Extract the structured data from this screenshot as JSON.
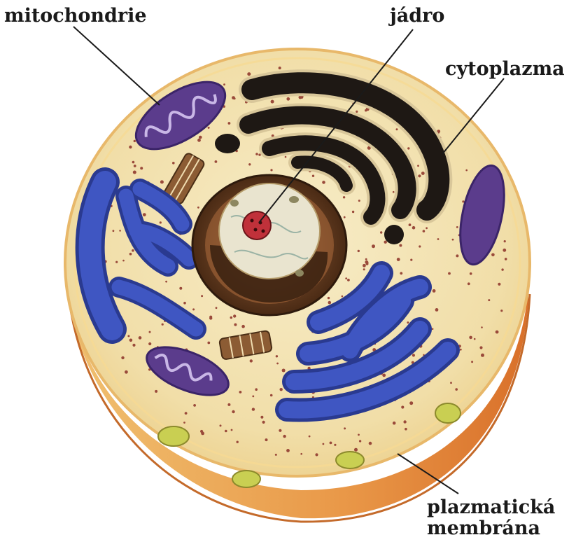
{
  "labels": {
    "mitochondria": "mitochondrie",
    "nucleus": "jádro",
    "cytoplasm": "cytoplazma",
    "membrane_line1": "plazmatická",
    "membrane_line2": "membrána"
  },
  "colors": {
    "cytoplasm": "#f3e4b5",
    "membrane_side": "#e7953f",
    "membrane_rim": "#f1c56e",
    "nucleus_envelope": "#8a5a2c",
    "nucleoplasm": "#e9e4cf",
    "nucleolus": "#c0313a",
    "golgi": "#1e1814",
    "er": "#3346a8",
    "mitochondria": "#5b3c8c",
    "centriole": "#8c5c34",
    "vesicle": "#c9cf52"
  }
}
